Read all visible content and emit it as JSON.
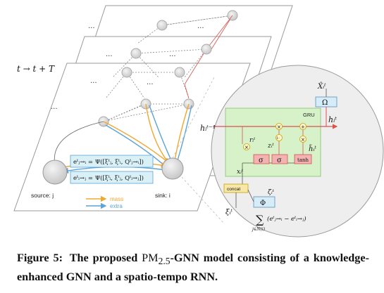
{
  "figure": {
    "time_label": "t → t + T",
    "ellipsis": "...",
    "source_label": "source: j",
    "sink_label": "sink: i",
    "legend": {
      "item1": "mass",
      "item2": "extra"
    },
    "eq1": "eᵗⱼ→ᵢ = Ψ([ξᵗⱼ, ξᵗᵢ, Qᵗⱼ→ᵢ])",
    "eq2": "eᵗᵢ→ⱼ = Ψ([ξᵗᵢ, ξᵗⱼ, Qᵗᵢ→ⱼ])",
    "gru_label": "GRU",
    "sigma": "σ",
    "tanh": "tanh",
    "omega": "Ω",
    "phi": "Φ",
    "concat": "concat",
    "h_prev": "hᵢᵗ⁻¹",
    "h_t": "hᵢᵗ",
    "h_tilde": "h̃ᵢᵗ",
    "x_hat": "X̂ᵢᵗ",
    "r_t": "rᵢᵗ",
    "z_t": "zᵢᵗ",
    "x_t": "xᵢᵗ",
    "xi_t": "ξᵢᵗ",
    "zeta_t": "ζᵢᵗ",
    "sum_expr": "(eᵗⱼ→ᵢ − eᵗᵢ→ⱼ)",
    "sum_sub": "j∈N(i)",
    "mult": "×",
    "plus": "+",
    "one_minus": "1-"
  },
  "caption": {
    "number": "Figure 5:",
    "before": "The proposed ",
    "pm_main": "PM",
    "pm_sub": "2.5",
    "after": "-GNN model consisting of a knowledge-enhanced GNN and a spatio-tempo RNN."
  }
}
